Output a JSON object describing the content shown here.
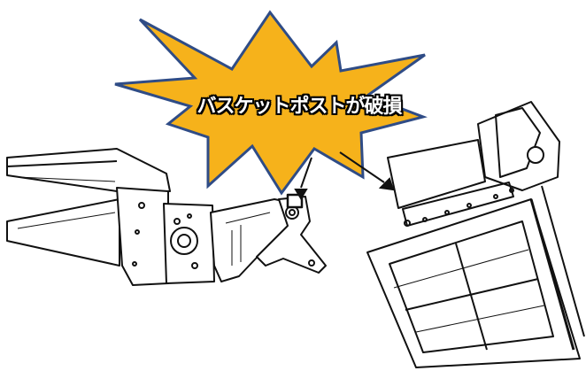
{
  "callout": {
    "text": "バスケットポストが破損",
    "fill_color": "#f6b21b",
    "stroke_color": "#2f4c86"
  },
  "drawing": {
    "line_color": "#111111",
    "parts": [
      "boom",
      "basket-post",
      "basket"
    ]
  }
}
